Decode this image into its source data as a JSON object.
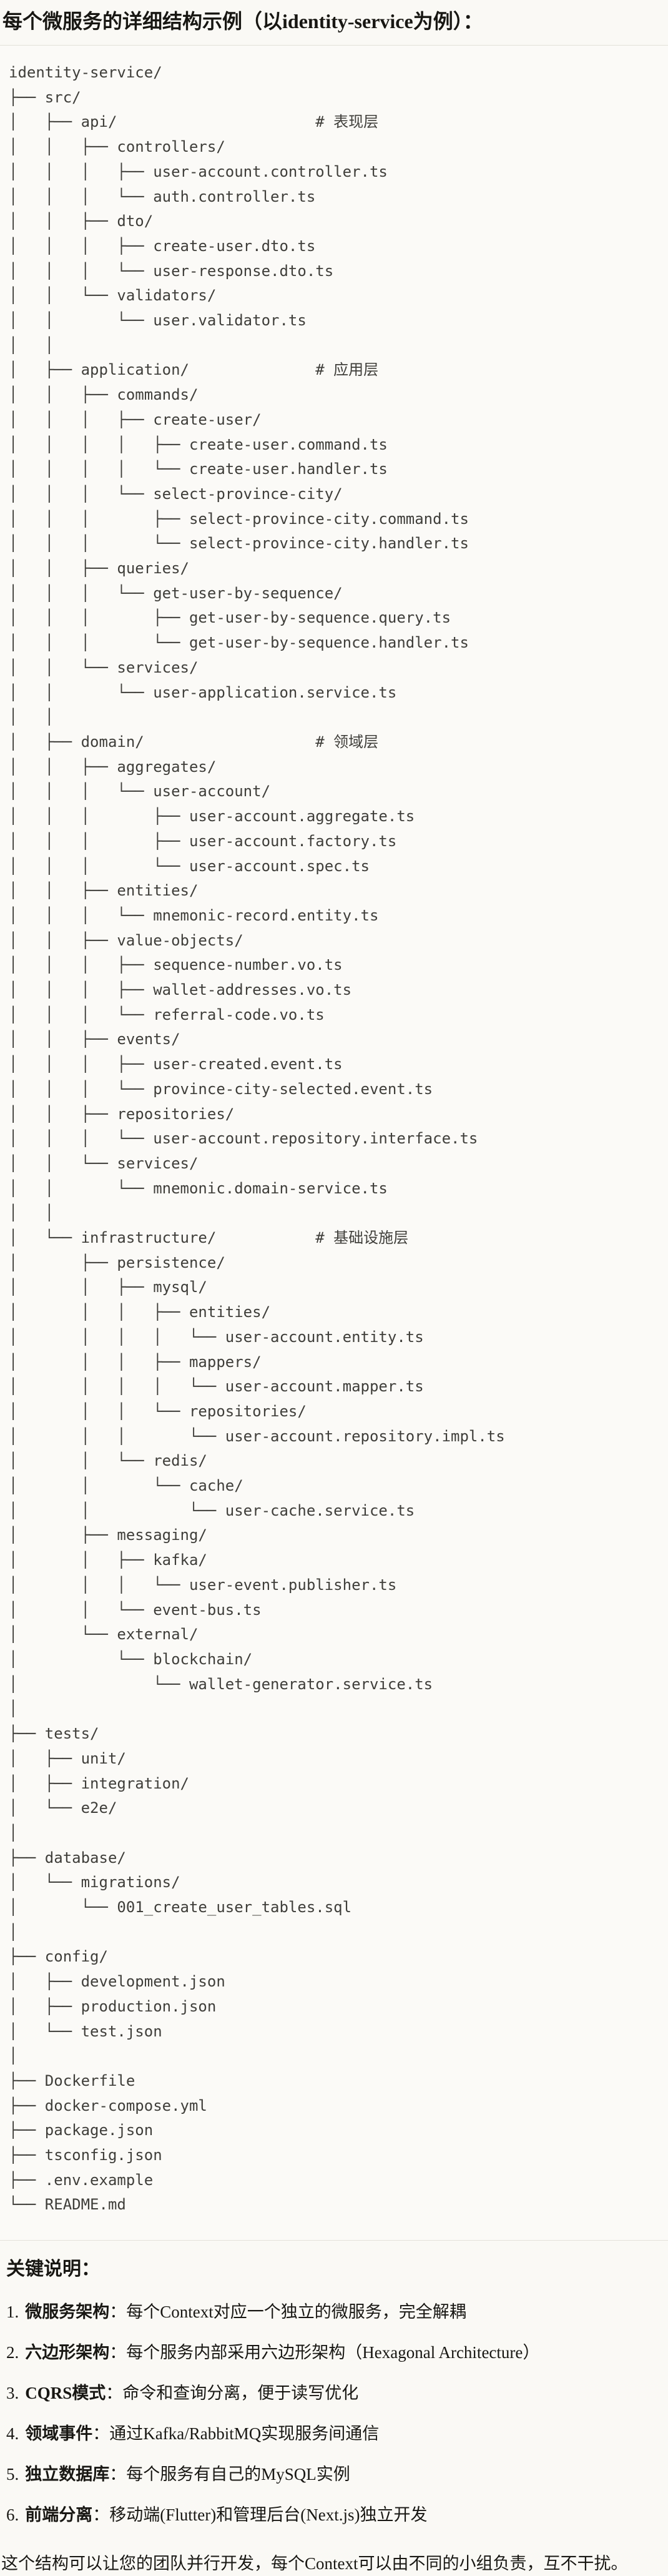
{
  "colors": {
    "page_bg": "#faf9f5",
    "code_bg": "#fbfaf7",
    "border": "#e3e1d9",
    "tree_text": "#3f3e3a",
    "text": "#181713"
  },
  "header": {
    "title": "每个微服务的详细结构示例（以identity-service为例）："
  },
  "tree": {
    "lines": [
      "identity-service/",
      "├── src/",
      "│   ├── api/                      # 表现层",
      "│   │   ├── controllers/",
      "│   │   │   ├── user-account.controller.ts",
      "│   │   │   └── auth.controller.ts",
      "│   │   ├── dto/",
      "│   │   │   ├── create-user.dto.ts",
      "│   │   │   └── user-response.dto.ts",
      "│   │   └── validators/",
      "│   │       └── user.validator.ts",
      "│   │",
      "│   ├── application/              # 应用层",
      "│   │   ├── commands/",
      "│   │   │   ├── create-user/",
      "│   │   │   │   ├── create-user.command.ts",
      "│   │   │   │   └── create-user.handler.ts",
      "│   │   │   └── select-province-city/",
      "│   │   │       ├── select-province-city.command.ts",
      "│   │   │       └── select-province-city.handler.ts",
      "│   │   ├── queries/",
      "│   │   │   └── get-user-by-sequence/",
      "│   │   │       ├── get-user-by-sequence.query.ts",
      "│   │   │       └── get-user-by-sequence.handler.ts",
      "│   │   └── services/",
      "│   │       └── user-application.service.ts",
      "│   │",
      "│   ├── domain/                   # 领域层",
      "│   │   ├── aggregates/",
      "│   │   │   └── user-account/",
      "│   │   │       ├── user-account.aggregate.ts",
      "│   │   │       ├── user-account.factory.ts",
      "│   │   │       └── user-account.spec.ts",
      "│   │   ├── entities/",
      "│   │   │   └── mnemonic-record.entity.ts",
      "│   │   ├── value-objects/",
      "│   │   │   ├── sequence-number.vo.ts",
      "│   │   │   ├── wallet-addresses.vo.ts",
      "│   │   │   └── referral-code.vo.ts",
      "│   │   ├── events/",
      "│   │   │   ├── user-created.event.ts",
      "│   │   │   └── province-city-selected.event.ts",
      "│   │   ├── repositories/",
      "│   │   │   └── user-account.repository.interface.ts",
      "│   │   └── services/",
      "│   │       └── mnemonic.domain-service.ts",
      "│   │",
      "│   └── infrastructure/           # 基础设施层",
      "│       ├── persistence/",
      "│       │   ├── mysql/",
      "│       │   │   ├── entities/",
      "│       │   │   │   └── user-account.entity.ts",
      "│       │   │   ├── mappers/",
      "│       │   │   │   └── user-account.mapper.ts",
      "│       │   │   └── repositories/",
      "│       │   │       └── user-account.repository.impl.ts",
      "│       │   └── redis/",
      "│       │       └── cache/",
      "│       │           └── user-cache.service.ts",
      "│       ├── messaging/",
      "│       │   ├── kafka/",
      "│       │   │   └── user-event.publisher.ts",
      "│       │   └── event-bus.ts",
      "│       └── external/",
      "│           └── blockchain/",
      "│               └── wallet-generator.service.ts",
      "│",
      "├── tests/",
      "│   ├── unit/",
      "│   ├── integration/",
      "│   └── e2e/",
      "│",
      "├── database/",
      "│   └── migrations/",
      "│       └── 001_create_user_tables.sql",
      "│",
      "├── config/",
      "│   ├── development.json",
      "│   ├── production.json",
      "│   └── test.json",
      "│",
      "├── Dockerfile",
      "├── docker-compose.yml",
      "├── package.json",
      "├── tsconfig.json",
      "├── .env.example",
      "└── README.md"
    ]
  },
  "notes": {
    "heading": "关键说明：",
    "items": [
      {
        "num": "1.",
        "label": "微服务架构",
        "text": "：每个Context对应一个独立的微服务，完全解耦"
      },
      {
        "num": "2.",
        "label": "六边形架构",
        "text": "：每个服务内部采用六边形架构（Hexagonal Architecture）"
      },
      {
        "num": "3.",
        "label": "CQRS模式",
        "text": "：命令和查询分离，便于读写优化"
      },
      {
        "num": "4.",
        "label": "领域事件",
        "text": "：通过Kafka/RabbitMQ实现服务间通信"
      },
      {
        "num": "5.",
        "label": "独立数据库",
        "text": "：每个服务有自己的MySQL实例"
      },
      {
        "num": "6.",
        "label": "前端分离",
        "text": "：移动端(Flutter)和管理后台(Next.js)独立开发"
      }
    ],
    "closing": "这个结构可以让您的团队并行开发，每个Context可以由不同的小组负责，互不干扰。"
  }
}
